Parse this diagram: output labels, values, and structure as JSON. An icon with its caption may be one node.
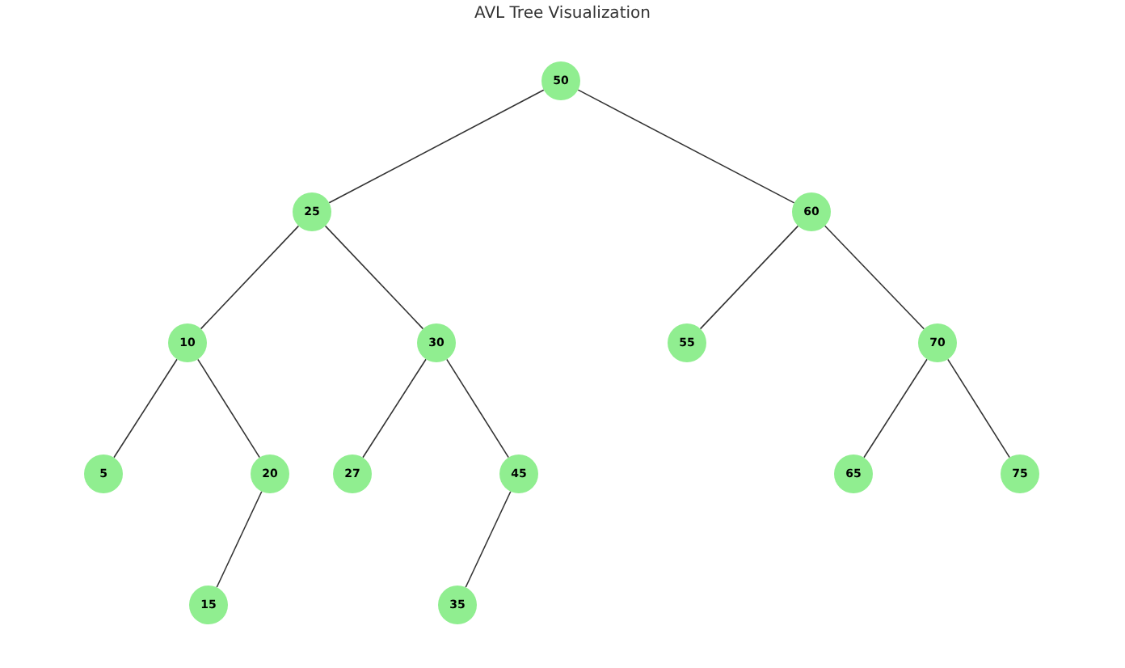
{
  "diagram": {
    "title": "AVL Tree Visualization",
    "nodes": [
      {
        "text": [
          "50"
        ]
      },
      {
        "text": [
          "25"
        ]
      },
      {
        "text": [
          "60"
        ]
      },
      {
        "text": [
          "10"
        ]
      },
      {
        "text": [
          "30"
        ]
      },
      {
        "text": [
          "55"
        ]
      },
      {
        "text": [
          "70"
        ]
      },
      {
        "text": [
          "5"
        ]
      },
      {
        "text": [
          "20"
        ]
      },
      {
        "text": [
          "27"
        ]
      },
      {
        "text": [
          "45"
        ]
      },
      {
        "text": [
          "65"
        ]
      },
      {
        "text": [
          "75"
        ]
      },
      {
        "text": [
          "15"
        ]
      },
      {
        "text": [
          "35"
        ]
      }
    ],
    "edges": [
      {
        "from": 0,
        "to": 1,
        "arrow": "none"
      },
      {
        "from": 0,
        "to": 2,
        "arrow": "none"
      },
      {
        "from": 1,
        "to": 3,
        "arrow": "none"
      },
      {
        "from": 1,
        "to": 4,
        "arrow": "none"
      },
      {
        "from": 2,
        "to": 5,
        "arrow": "none"
      },
      {
        "from": 2,
        "to": 6,
        "arrow": "none"
      },
      {
        "from": 3,
        "to": 7,
        "arrow": "none"
      },
      {
        "from": 3,
        "to": 8,
        "arrow": "none"
      },
      {
        "from": 4,
        "to": 9,
        "arrow": "none"
      },
      {
        "from": 4,
        "to": 10,
        "arrow": "none"
      },
      {
        "from": 6,
        "to": 11,
        "arrow": "none"
      },
      {
        "from": 6,
        "to": 12,
        "arrow": "none"
      },
      {
        "from": 8,
        "to": 13,
        "arrow": "none"
      },
      {
        "from": 10,
        "to": 14,
        "arrow": "none"
      }
    ]
  }
}
